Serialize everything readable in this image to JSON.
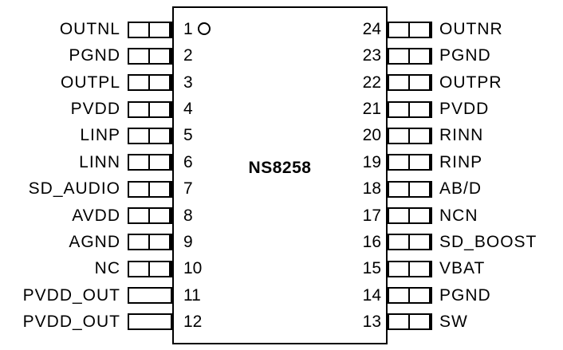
{
  "diagram": {
    "type": "ic-pinout",
    "chip_name": "NS8258",
    "pin_count": 24,
    "colors": {
      "line": "#000000",
      "background": "#ffffff",
      "text": "#000000"
    },
    "icons": {
      "pin1_marker": "circle-outline"
    }
  },
  "pins": {
    "left": [
      {
        "number": "1",
        "label": "OUTNL"
      },
      {
        "number": "2",
        "label": "PGND"
      },
      {
        "number": "3",
        "label": "OUTPL"
      },
      {
        "number": "4",
        "label": "PVDD"
      },
      {
        "number": "5",
        "label": "LINP"
      },
      {
        "number": "6",
        "label": "LINN"
      },
      {
        "number": "7",
        "label": "SD_AUDIO"
      },
      {
        "number": "8",
        "label": "AVDD"
      },
      {
        "number": "9",
        "label": "AGND"
      },
      {
        "number": "10",
        "label": "NC"
      },
      {
        "number": "11",
        "label": "PVDD_OUT"
      },
      {
        "number": "12",
        "label": "PVDD_OUT"
      }
    ],
    "right": [
      {
        "number": "24",
        "label": "OUTNR"
      },
      {
        "number": "23",
        "label": "PGND"
      },
      {
        "number": "22",
        "label": "OUTPR"
      },
      {
        "number": "21",
        "label": "PVDD"
      },
      {
        "number": "20",
        "label": "RINN"
      },
      {
        "number": "19",
        "label": "RINP"
      },
      {
        "number": "18",
        "label": "AB/D"
      },
      {
        "number": "17",
        "label": "NCN"
      },
      {
        "number": "16",
        "label": "SD_BOOST"
      },
      {
        "number": "15",
        "label": "VBAT"
      },
      {
        "number": "14",
        "label": "PGND"
      },
      {
        "number": "13",
        "label": "SW"
      }
    ]
  }
}
